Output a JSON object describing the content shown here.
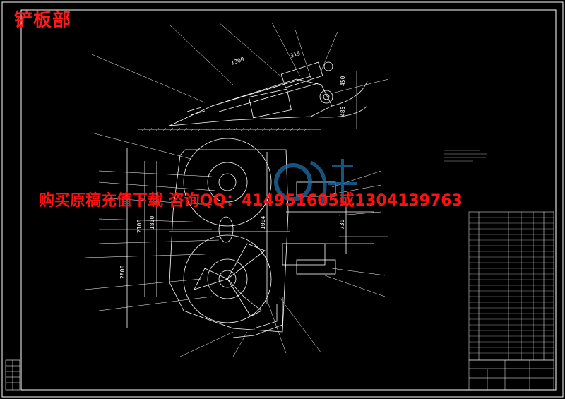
{
  "title": "铲板部",
  "watermark": "购买原稿充值下载 咨询QQ：414951605或1304139763",
  "dimensions": {
    "d1300": "1300",
    "d315": "315",
    "d450": "450",
    "d485": "485",
    "d2100": "2100",
    "d1800": "1800",
    "d1004": "1004",
    "d2800": "2800",
    "d730": "730"
  },
  "colors": {
    "background": "#000000",
    "lines": "#ffffff",
    "title": "#ff1a1a",
    "watermark": "#ff1010",
    "logo": "#1e6fa8"
  },
  "logo_icon": "brand-logo-watermark-icon"
}
